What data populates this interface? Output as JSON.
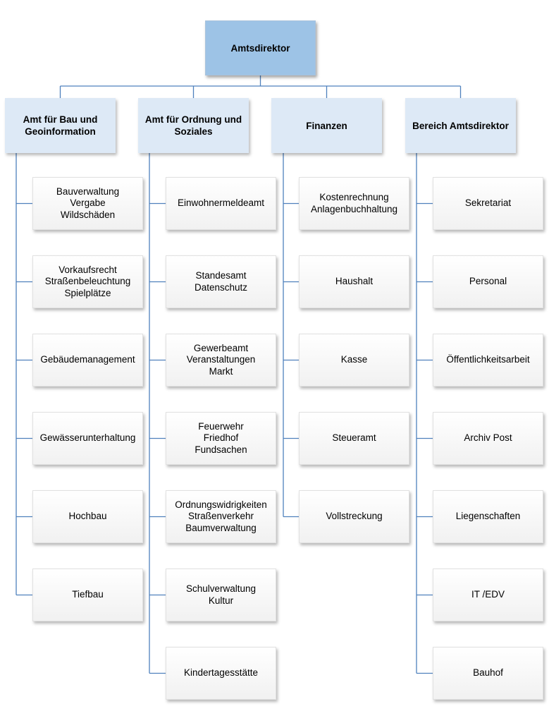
{
  "root": {
    "label": "Amtsdirektor"
  },
  "departments": [
    {
      "label": "Amt für Bau und\nGeoinformation",
      "units": [
        "Bauverwaltung\nVergabe\nWildschäden",
        "Vorkaufsrecht\nStraßenbeleuchtung\nSpielplätze",
        "Gebäudemanagement",
        "Gewässerunterhaltung",
        "Hochbau",
        "Tiefbau"
      ]
    },
    {
      "label": "Amt für Ordnung und\nSoziales",
      "units": [
        "Einwohnermeldeamt",
        "Standesamt\nDatenschutz",
        "Gewerbeamt\nVeranstaltungen\nMarkt",
        "Feuerwehr\nFriedhof\nFundsachen",
        "Ordnungswidrigkeiten\nStraßenverkehr\nBaumverwaltung",
        "Schulverwaltung\nKultur",
        "Kindertagesstätte"
      ]
    },
    {
      "label": "Finanzen",
      "units": [
        "Kostenrechnung\nAnlagenbuchhaltung",
        "Haushalt",
        "Kasse",
        "Steueramt",
        "Vollstreckung"
      ]
    },
    {
      "label": "Bereich Amtsdirektor",
      "units": [
        "Sekretariat",
        "Personal",
        "Öffentlichkeitsarbeit",
        "Archiv Post",
        "Liegenschaften",
        "IT /EDV",
        "Bauhof"
      ]
    }
  ],
  "colors": {
    "root_fill": "#9dc3e6",
    "head_fill": "#dde9f6",
    "connector": "#4f81bd"
  }
}
